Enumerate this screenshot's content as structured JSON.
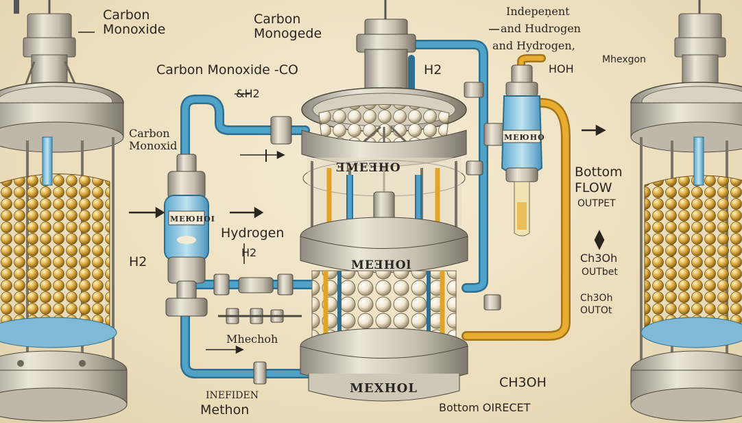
{
  "labels": {
    "carbon_monoxide_top_left": "Carbon\nMonoxide",
    "carbon_monoxide_top_center": "Carbon\nMonogede",
    "independent_line1": "Indepeņent",
    "independent_line2": "and Hudrogen",
    "independent_line3": "and Hydrogen,",
    "mhexgon": "Mhexgon",
    "carbon_monoxide_co": "Carbon Monoxide -CO",
    "h2_co_feed": "&H2",
    "h2_top": "H2",
    "hoh": "HOH",
    "carbon_monoxid_left": "Carbon\nMonoxid",
    "hydrogen": "Hydrogen",
    "h2_sub": "H2",
    "h2_left": "H2",
    "bottom_flow": "Bottom\nFLOW",
    "outpet": "OUTPET",
    "ch3oh_outbet": "Ch3Oh",
    "outbet": "OUTbet",
    "ch3oh_outot": "Ch3Oh",
    "outot": "OUTOt",
    "mhechoh": "Mhechoh",
    "ch3oh_bottom": "CH3OH",
    "bottom_oirecet": "Bottom OIRECET",
    "inefiden": "INEFIDEN",
    "methon": "Methon"
  },
  "vessel_labels": {
    "left_separator": "MEЮHOI",
    "reactor_upper_band": "ƎMEƎHO",
    "reactor_mid_band": "MEƎHOl",
    "reactor_bottom_band": "MEXHOL",
    "right_separator": "MEЮHO"
  },
  "colors": {
    "background": "#efe3c6",
    "blue_pipe": "#3f8fb5",
    "orange_pipe": "#e3a426",
    "metal": "#c9c3b6",
    "catalyst_ball": "#f1ead4",
    "gold_ball": "#d8a63a"
  }
}
